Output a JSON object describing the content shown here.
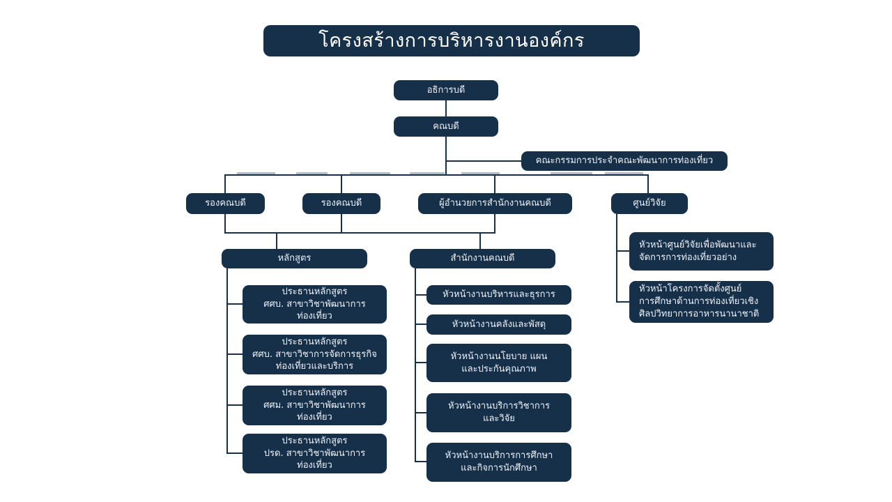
{
  "title": "โครงสร้างการบริหารงานองค์กร",
  "colors": {
    "box_fill": "#16304a",
    "box_text": "#edf2f8",
    "connector": "#16304a",
    "accent_gray": "#b3bdc7",
    "background": "#ffffff"
  },
  "org": {
    "rector_label": "อธิการบดี",
    "dean_label": "คณบดี",
    "committee_label": "คณะกรรมการประจำคณะพัฒนาการท่องเที่ยว",
    "vice_dean_1_label": "รองคณบดี",
    "vice_dean_2_label": "รองคณบดี",
    "director_label": "ผู้อำนวยการสำนักงานคณบดี",
    "research_center_label": "ศูนย์วิจัย",
    "curriculum": {
      "label": "หลักสูตร",
      "programs": [
        {
          "label": "ประธานหลักสูตร\nศศบ. สาขาวิชาพัฒนาการ\nท่องเที่ยว"
        },
        {
          "label": "ประธานหลักสูตร\nศศบ. สาขาวิชาการจัดการธุรกิจ\nท่องเที่ยวและบริการ"
        },
        {
          "label": "ประธานหลักสูตร\nศศม. สาขาวิชาพัฒนาการ\nท่องเที่ยว"
        },
        {
          "label": "ประธานหลักสูตร\nปรด. สาขาวิชาพัฒนาการ\nท่องเที่ยว"
        }
      ]
    },
    "dean_office": {
      "label": "สำนักงานคณบดี",
      "units": [
        {
          "label": "หัวหน้างานบริหารและธุรการ"
        },
        {
          "label": "หัวหน้างานคลังและพัสดุ"
        },
        {
          "label": "หัวหน้างานนโยบาย แผน\nและประกันคุณภาพ"
        },
        {
          "label": "หัวหน้างานบริการวิชาการ\nและวิจัย"
        },
        {
          "label": "หัวหน้างานบริการการศึกษา\nและกิจการนักศึกษา"
        }
      ]
    },
    "research": {
      "units": [
        {
          "label": "หัวหน้าศูนย์วิจัยเพื่อพัฒนาและ\nจัดการการท่องเที่ยวอย่าง"
        },
        {
          "label": "หัวหน้าโครงการจัดตั้งศูนย์\nการศึกษาด้านการท่องเที่ยวเชิง\nศิลปวิทยาการอาหารนานาชาติ"
        }
      ]
    }
  }
}
